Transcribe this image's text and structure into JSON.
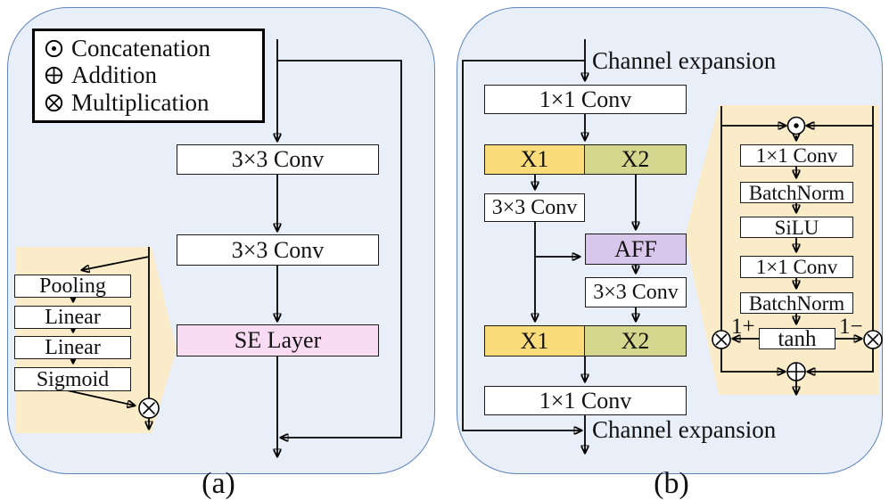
{
  "figure": {
    "caption_a": "(a)",
    "caption_b": "(b)"
  },
  "legend": {
    "items": [
      {
        "icon": "concatenation-icon",
        "label": "Concatenation"
      },
      {
        "icon": "addition-icon",
        "label": "Addition"
      },
      {
        "icon": "multiplication-icon",
        "label": "Multiplication"
      }
    ]
  },
  "panel_a": {
    "conv_top": "3×3 Conv",
    "conv_mid": "3×3 Conv",
    "se_layer": "SE Layer",
    "inset": {
      "pooling": "Pooling",
      "linear_1": "Linear",
      "linear_2": "Linear",
      "sigmoid": "Sigmoid"
    }
  },
  "panel_b": {
    "channel_expansion_top": "Channel expansion",
    "channel_expansion_bottom": "Channel expansion",
    "conv_in": "1×1 Conv",
    "x1_top": "X1",
    "x2_top": "X2",
    "conv_branch_left": "3×3 Conv",
    "aff": "AFF",
    "conv_after_aff": "3×3 Conv",
    "x1_bottom": "X1",
    "x2_bottom": "X2",
    "conv_out": "1×1 Conv",
    "inset": {
      "conv_1": "1×1 Conv",
      "batchnorm_1": "BatchNorm",
      "silu": "SiLU",
      "conv_2": "1×1 Conv",
      "batchnorm_2": "BatchNorm",
      "tanh": "tanh",
      "gate_plus": "1+",
      "gate_minus": "1−"
    }
  },
  "colors": {
    "panel_fill": "#E9EFF9",
    "panel_border": "#5E85BC",
    "inset_fill": "#FBECC9",
    "x1_fill": "#FADC7B",
    "x2_fill": "#D6D78F",
    "aff_fill": "#D9C7EB",
    "se_fill": "#F9DCF3"
  }
}
